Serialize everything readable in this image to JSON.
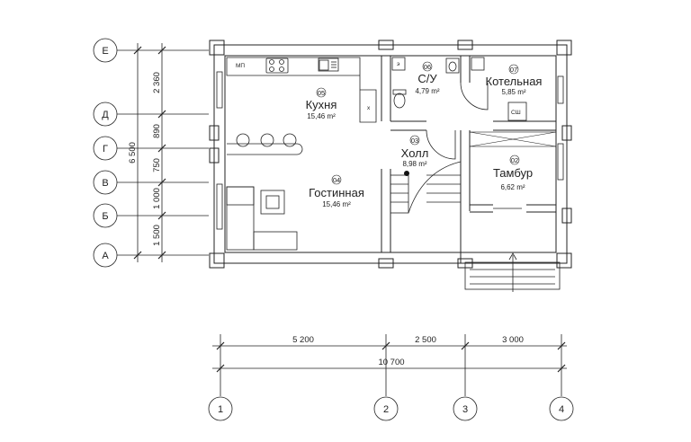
{
  "axes_letters": [
    "Е",
    "Д",
    "Г",
    "В",
    "Б",
    "А"
  ],
  "axes_numbers": [
    "1",
    "2",
    "3",
    "4"
  ],
  "vertical_dims": {
    "total": "6 500",
    "segments": [
      "2 360",
      "890",
      "750",
      "1 000",
      "1 500"
    ]
  },
  "horizontal_dims": {
    "segments": [
      "5 200",
      "2 500",
      "3 000"
    ],
    "total": "10 700"
  },
  "rooms": [
    {
      "num": "05",
      "name": "Кухня",
      "area": "15,46 m²"
    },
    {
      "num": "04",
      "name": "Гостинная",
      "area": "15,46 m²"
    },
    {
      "num": "06",
      "name": "С/У",
      "area": "4,79 m²"
    },
    {
      "num": "07",
      "name": "Котельная",
      "area": "5,85 m²"
    },
    {
      "num": "03",
      "name": "Холл",
      "area": "8,98 m²"
    },
    {
      "num": "02",
      "name": "Тамбур",
      "area": "6,62 m²"
    }
  ],
  "fixtures": {
    "mp": "МП",
    "x": "х",
    "e": "э",
    "sh": "СШ"
  }
}
